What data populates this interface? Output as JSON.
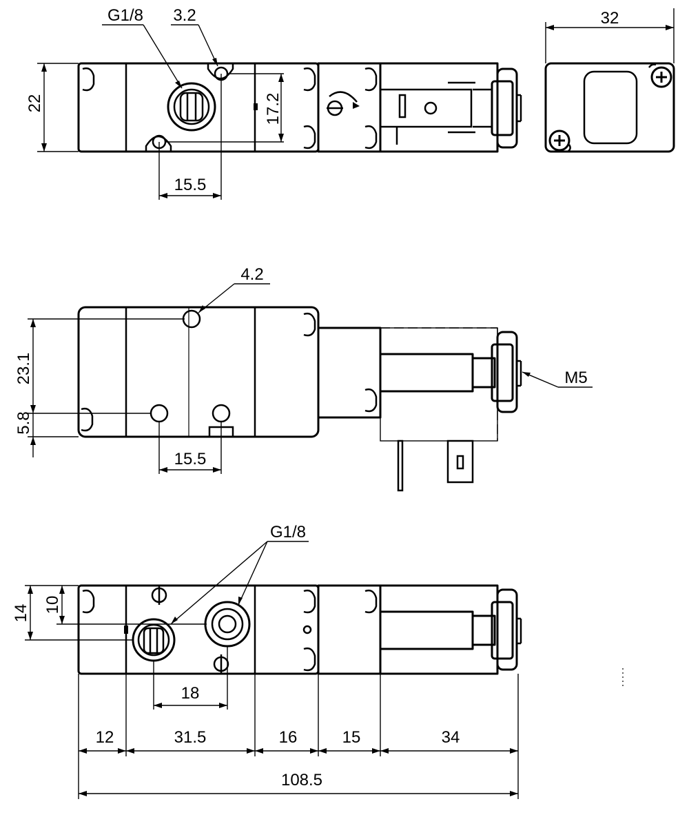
{
  "views": {
    "top": {
      "port_label": "G1/8",
      "hole_label": "3.2",
      "height_label": "22",
      "hole_spacing_v": "17.2",
      "hole_spacing_h": "15.5"
    },
    "end": {
      "width_label": "32"
    },
    "side": {
      "hole_label": "4.2",
      "height_upper": "23.1",
      "height_lower": "5.8",
      "hole_spacing_h": "15.5",
      "thread_label": "M5"
    },
    "bottom": {
      "port_label": "G1/8",
      "offset_outer": "14",
      "offset_inner": "10",
      "port_spacing": "18",
      "segments": [
        "12",
        "31.5",
        "16",
        "15",
        "34"
      ],
      "overall_length": "108.5"
    }
  }
}
